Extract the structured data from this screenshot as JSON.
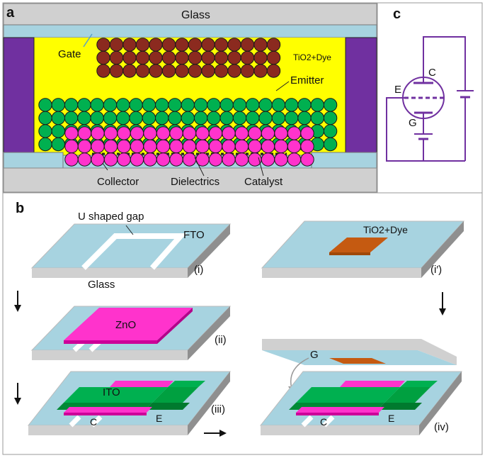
{
  "panel_a": {
    "letter": "a",
    "glass": "Glass",
    "gate": "Gate",
    "dye": "TiO2+Dye",
    "emitter": "Emitter",
    "collector": "Collector",
    "dielectrics": "Dielectrics",
    "catalyst": "Catalyst"
  },
  "panel_b": {
    "letter": "b",
    "gap": "U shaped gap",
    "fto": "FTO",
    "glass": "Glass",
    "step1": "(i)",
    "zno": "ZnO",
    "step2": "(ii)",
    "ito": "ITO",
    "step3": "(iii)",
    "c3": "C",
    "e3": "E",
    "dye": "TiO2+Dye",
    "step1p": "(i′)",
    "g": "G",
    "step4": "(iv)",
    "c4": "C",
    "e4": "E"
  },
  "panel_c": {
    "letter": "c",
    "c": "C",
    "e": "E",
    "g": "G"
  },
  "colors": {
    "glass": "#a7d3e0",
    "glass_side": "#c8c8c8",
    "emitter_fill": "#ffff00",
    "purple": "#7030a0",
    "dye_ball": "#8b2a1f",
    "green": "#00b050",
    "magenta": "#ff33cc",
    "dye_pad": "#c55a11",
    "circuit": "#7030a0"
  }
}
